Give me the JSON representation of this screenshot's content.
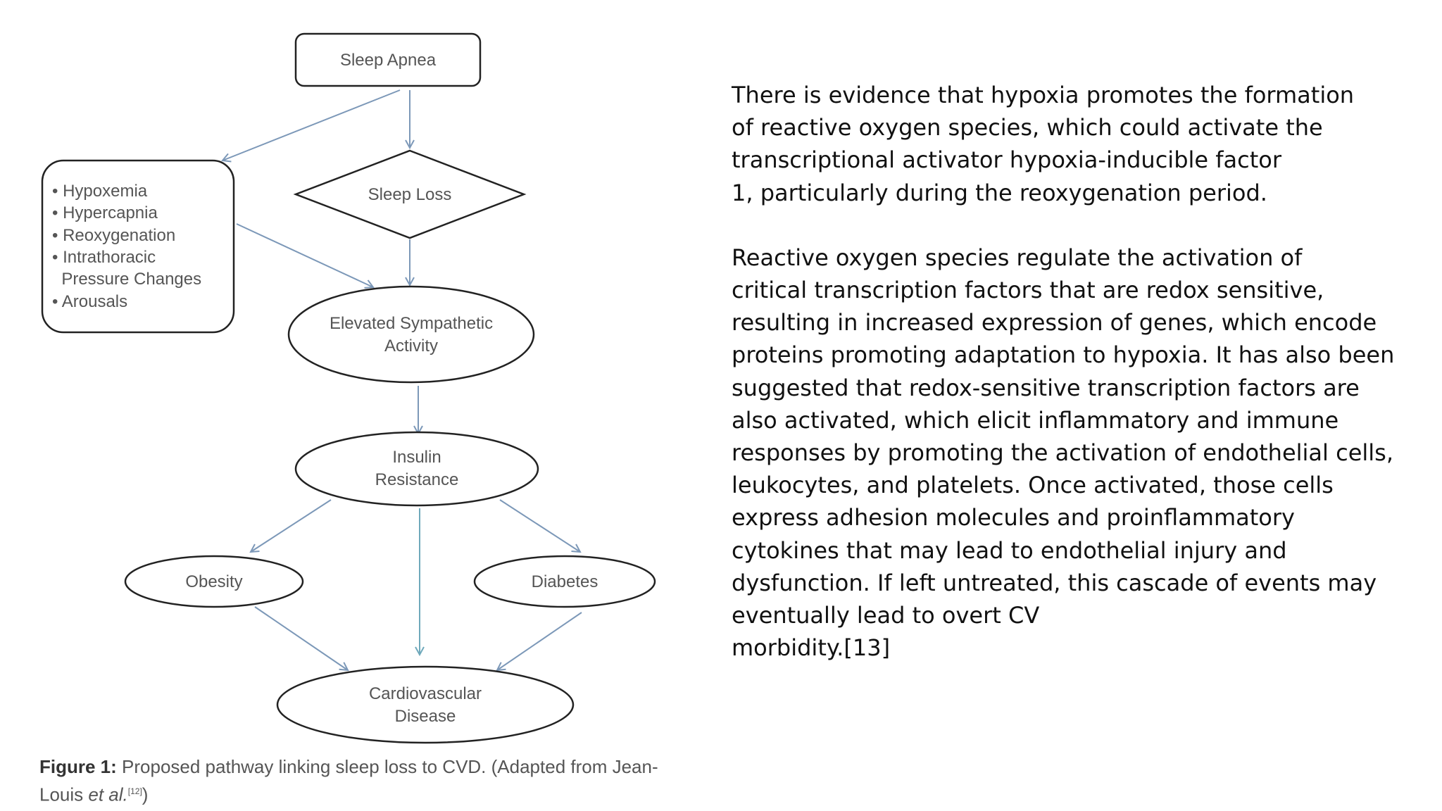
{
  "diagram": {
    "nodes": {
      "sleep_apnea": "Sleep Apnea",
      "sleep_loss": "Sleep Loss",
      "factors": [
        "• Hypoxemia",
        "• Hypercapnia",
        "• Reoxygenation",
        "• Intrathoracic",
        "  Pressure Changes",
        "• Arousals"
      ],
      "elevated_sympathetic": [
        "Elevated Sympathetic",
        "Activity"
      ],
      "insulin_resistance": [
        "Insulin",
        "Resistance"
      ],
      "obesity": "Obesity",
      "diabetes": "Diabetes",
      "cvd": [
        "Cardiovascular",
        "Disease"
      ]
    },
    "caption": {
      "label": "Figure 1:",
      "text": " Proposed pathway linking sleep loss to CVD. (Adapted from Jean-Louis ",
      "etal": "et al.",
      "ref": "[12]",
      "close": ")"
    },
    "colors": {
      "node_stroke": "#222222",
      "arrow": "#7c98b8",
      "arrow_center": "#6fa9bb",
      "node_text": "#555555"
    }
  },
  "text": {
    "paragraph1": "There is evidence that hypoxia promotes the formation\nof reactive oxygen species, which could activate the\ntranscriptional activator hypoxia-inducible factor\n1, particularly during the reoxygenation period.",
    "paragraph2": "Reactive oxygen species regulate the activation of\ncritical transcription factors that are redox sensitive,\nresulting in increased expression of genes, which encode\nproteins promoting adaptation to hypoxia. It has also been\nsuggested that redox-sensitive transcription factors are\nalso activated, which elicit inflammatory and immune\nresponses by promoting the activation of endothelial cells,\nleukocytes, and platelets. Once activated, those cells\nexpress adhesion molecules and proinflammatory\ncytokines that may lead to endothelial injury and\ndysfunction. If left untreated, this cascade of events may\neventually lead to overt CV\nmorbidity.[13]"
  }
}
